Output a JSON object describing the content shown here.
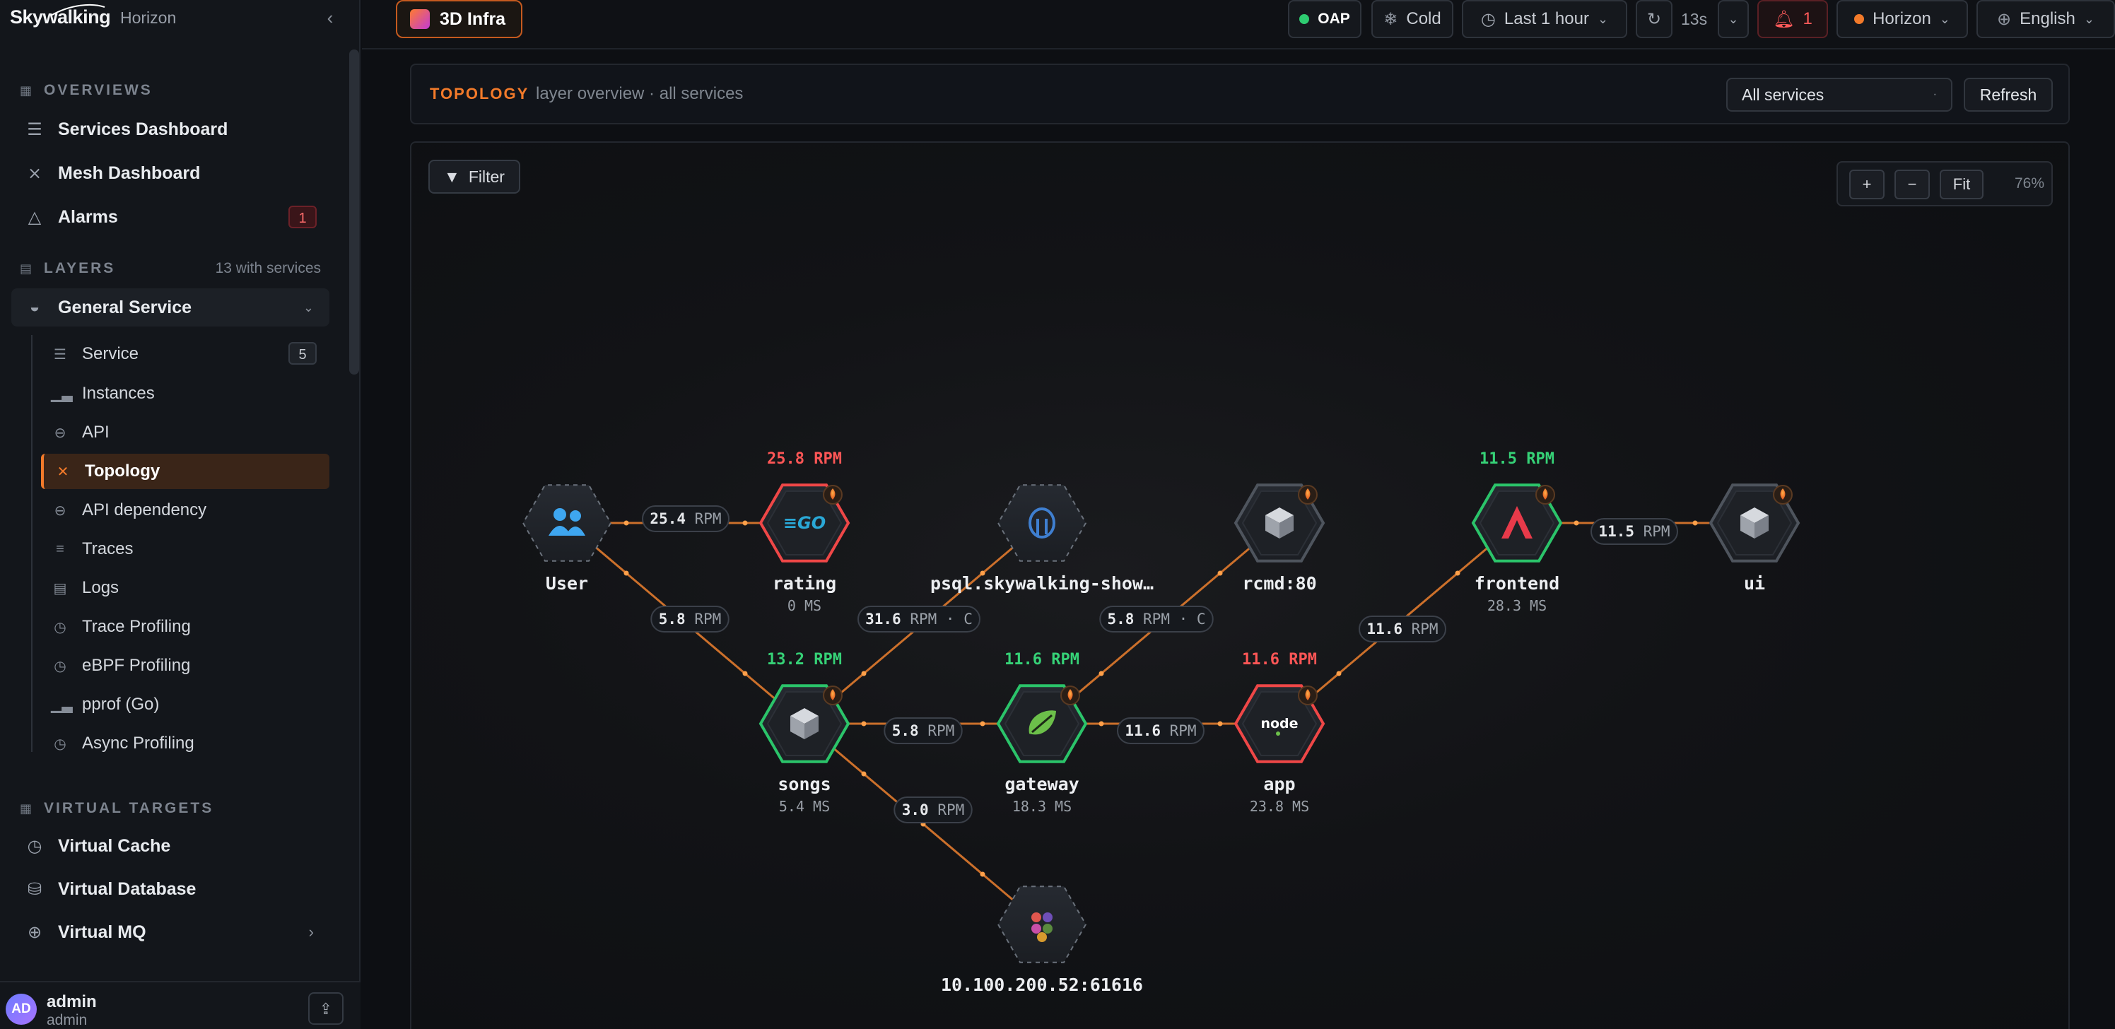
{
  "app": {
    "logo": "Skywalking",
    "workspace": "Horizon"
  },
  "sidebar": {
    "overviews_title": "OVERVIEWS",
    "overviews": [
      {
        "label": "Services Dashboard",
        "icon": "server-icon"
      },
      {
        "label": "Mesh Dashboard",
        "icon": "mesh-icon"
      },
      {
        "label": "Alarms",
        "icon": "alert-triangle-icon",
        "badge": "1"
      }
    ],
    "layers_title": "LAYERS",
    "layers_count": "13 with services",
    "group": {
      "label": "General Service",
      "icon": "layer-icon"
    },
    "sub_items": [
      {
        "label": "Service",
        "icon": "server-icon",
        "badge": "5"
      },
      {
        "label": "Instances",
        "icon": "bar-chart-icon"
      },
      {
        "label": "API",
        "icon": "api-icon"
      },
      {
        "label": "Topology",
        "icon": "topology-icon",
        "active": true
      },
      {
        "label": "API dependency",
        "icon": "api-icon"
      },
      {
        "label": "Traces",
        "icon": "list-icon"
      },
      {
        "label": "Logs",
        "icon": "document-icon"
      },
      {
        "label": "Trace Profiling",
        "icon": "timer-icon"
      },
      {
        "label": "eBPF Profiling",
        "icon": "timer-icon"
      },
      {
        "label": "pprof (Go)",
        "icon": "bar-chart-icon"
      },
      {
        "label": "Async Profiling",
        "icon": "timer-icon"
      }
    ],
    "virtual_title": "VIRTUAL TARGETS",
    "virtual": [
      {
        "label": "Virtual Cache",
        "icon": "clock-icon"
      },
      {
        "label": "Virtual Database",
        "icon": "database-icon"
      },
      {
        "label": "Virtual MQ",
        "icon": "globe-icon"
      }
    ],
    "user": {
      "initials": "AD",
      "name": "admin",
      "role": "admin"
    }
  },
  "topbar": {
    "layer_pill": "3D Infra",
    "oap_label": "OAP",
    "theme_label": "Cold",
    "time_range": "Last 1 hour",
    "refresh_interval": "13s",
    "alarm_count": "1",
    "workspace": "Horizon",
    "language": "English",
    "colors": {
      "ok": "#2ecc71",
      "accent": "#f27a2a",
      "alarm": "#ff5a5a"
    }
  },
  "topology": {
    "title": "TOPOLOGY",
    "subtitle": "layer overview · all services",
    "service_filter": "All services",
    "refresh_label": "Refresh",
    "filter_label": "Filter",
    "zoom_in": "+",
    "zoom_out": "−",
    "fit": "Fit",
    "zoom_level": "76%"
  },
  "graph": {
    "nodes": [
      {
        "id": "user",
        "name": "User",
        "icon": "users-icon",
        "status": "virtual"
      },
      {
        "id": "rating",
        "name": "rating",
        "icon": "go-icon",
        "status": "error",
        "rpm": "25.8 RPM",
        "latency": "0 MS"
      },
      {
        "id": "psql",
        "name": "psql.skywalking-show…",
        "icon": "postgres-icon",
        "status": "virtual"
      },
      {
        "id": "rcmd",
        "name": "rcmd:80",
        "icon": "cube-icon",
        "status": "normal"
      },
      {
        "id": "frontend",
        "name": "frontend",
        "icon": "angular-icon",
        "status": "ok",
        "rpm": "11.5 RPM",
        "latency": "28.3 MS"
      },
      {
        "id": "ui",
        "name": "ui",
        "icon": "cube-icon",
        "status": "normal"
      },
      {
        "id": "songs",
        "name": "songs",
        "icon": "cube-icon",
        "status": "ok",
        "rpm": "13.2 RPM",
        "latency": "5.4 MS"
      },
      {
        "id": "gateway",
        "name": "gateway",
        "icon": "spring-icon",
        "status": "ok",
        "rpm": "11.6 RPM",
        "latency": "18.3 MS"
      },
      {
        "id": "app",
        "name": "app",
        "icon": "node-icon",
        "status": "error",
        "rpm": "11.6 RPM",
        "latency": "23.8 MS"
      },
      {
        "id": "mq",
        "name": "10.100.200.52:61616",
        "icon": "activemq-icon",
        "status": "virtual"
      }
    ],
    "edges": [
      {
        "from": "user",
        "to": "rating",
        "value": "25.4",
        "unit": "RPM",
        "suffix": ""
      },
      {
        "from": "user",
        "to": "songs",
        "value": "5.8",
        "unit": "RPM",
        "suffix": ""
      },
      {
        "from": "songs",
        "to": "psql",
        "value": "31.6",
        "unit": "RPM",
        "suffix": " · C"
      },
      {
        "from": "songs",
        "to": "gateway",
        "value": "5.8",
        "unit": "RPM",
        "suffix": ""
      },
      {
        "from": "songs",
        "to": "mq",
        "value": "3.0",
        "unit": "RPM",
        "suffix": ""
      },
      {
        "from": "gateway",
        "to": "rcmd",
        "value": "5.8",
        "unit": "RPM",
        "suffix": " · C"
      },
      {
        "from": "gateway",
        "to": "app",
        "value": "11.6",
        "unit": "RPM",
        "suffix": ""
      },
      {
        "from": "app",
        "to": "frontend",
        "value": "11.6",
        "unit": "RPM",
        "suffix": ""
      },
      {
        "from": "frontend",
        "to": "ui",
        "value": "11.5",
        "unit": "RPM",
        "suffix": ""
      }
    ]
  }
}
